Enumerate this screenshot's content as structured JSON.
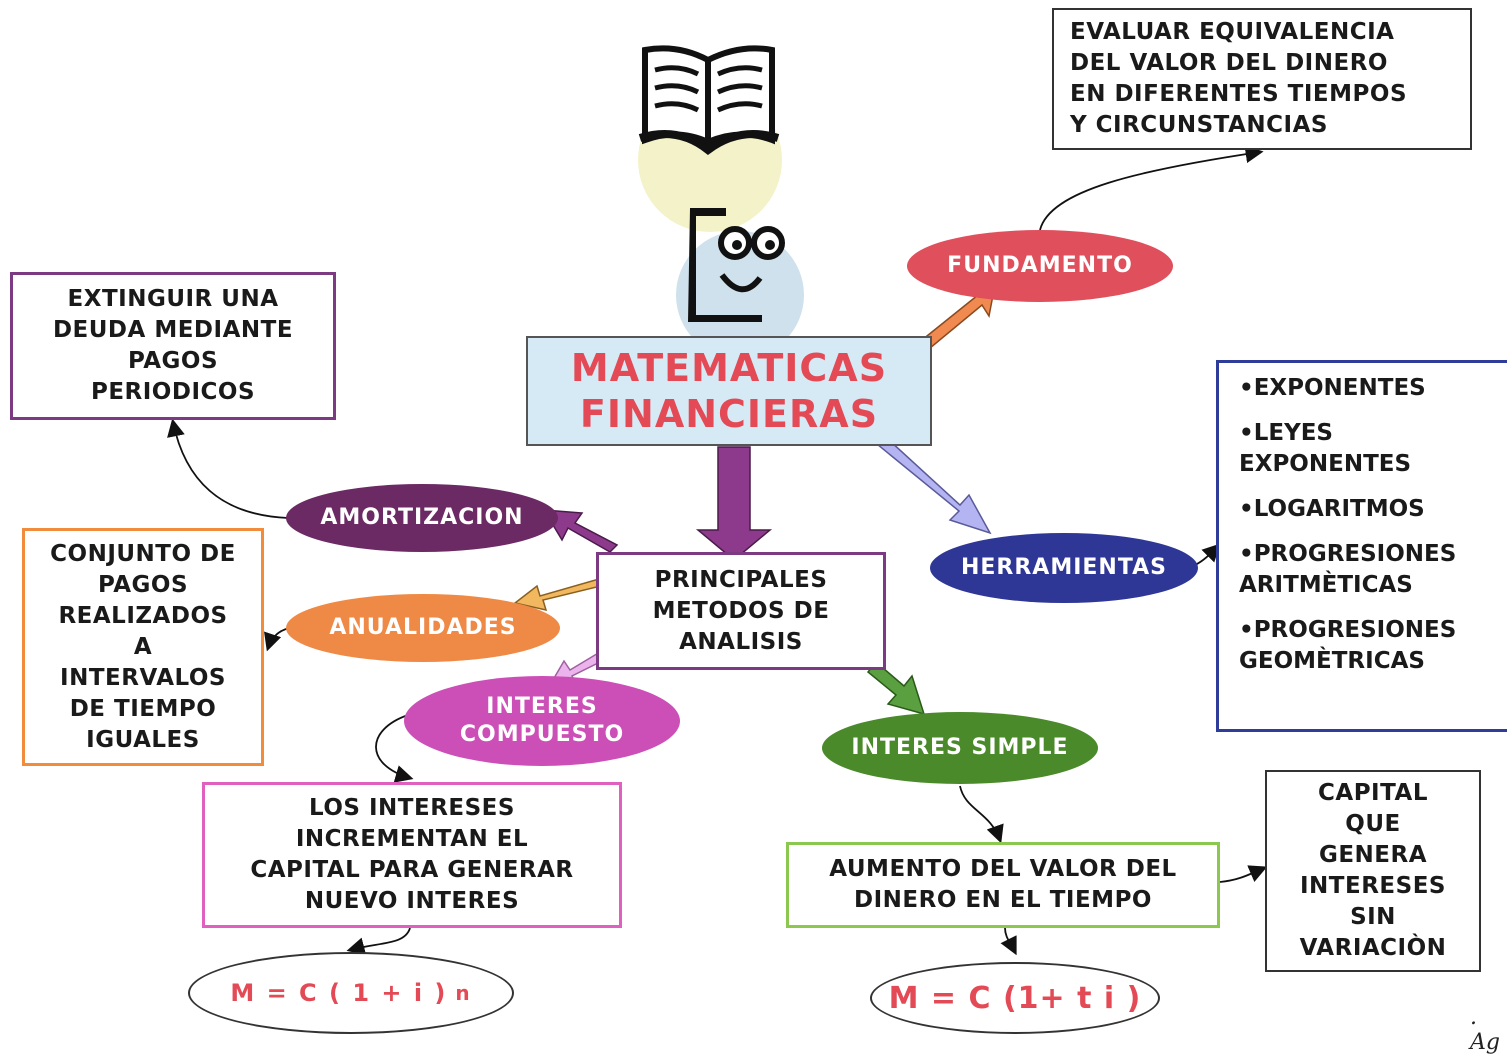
{
  "central": {
    "line1": "MATEMATICAS",
    "line2": "FINANCIERAS"
  },
  "methods": {
    "lines": [
      "PRINCIPALES",
      "METODOS DE",
      "ANALISIS"
    ]
  },
  "branches": {
    "fundamento": {
      "label": "FUNDAMENTO",
      "color": "#e0505c"
    },
    "herramientas": {
      "label": "HERRAMIENTAS",
      "color": "#2e3796"
    },
    "amortizacion": {
      "label": "AMORTIZACION",
      "color": "#6b2a63"
    },
    "anualidades": {
      "label": "ANUALIDADES",
      "color": "#ef8a46"
    },
    "interes_compuesto": {
      "line1": "INTERES",
      "line2": "COMPUESTO",
      "color": "#cc4fb7"
    },
    "interes_simple": {
      "label": "INTERES SIMPLE",
      "color": "#4a8a2a"
    }
  },
  "fundamento_desc": {
    "lines": [
      "EVALUAR EQUIVALENCIA",
      "DEL VALOR DEL DINERO",
      "EN DIFERENTES TIEMPOS",
      "Y CIRCUNSTANCIAS"
    ]
  },
  "amortizacion_desc": {
    "lines": [
      "EXTINGUIR UNA",
      "DEUDA MEDIANTE",
      "PAGOS",
      "PERIODICOS"
    ],
    "border": "#7b3a82"
  },
  "anualidades_desc": {
    "lines": [
      "CONJUNTO DE",
      "PAGOS",
      "REALIZADOS",
      "A",
      "INTERVALOS",
      "DE TIEMPO",
      "IGUALES"
    ],
    "border": "#f08c3c"
  },
  "compuesto_desc": {
    "lines": [
      "LOS INTERESES",
      "INCREMENTAN EL",
      "CAPITAL PARA GENERAR",
      "NUEVO INTERES"
    ],
    "border": "#e060c0"
  },
  "simple_desc": {
    "lines": [
      "AUMENTO DEL VALOR DEL",
      "DINERO EN EL TIEMPO"
    ],
    "border": "#8cc850"
  },
  "capital_desc": {
    "lines": [
      "CAPITAL",
      "QUE",
      "GENERA",
      "INTERESES",
      "SIN",
      "VARIACIÒN"
    ]
  },
  "herramientas_list": [
    {
      "lines": [
        "•EXPONENTES"
      ]
    },
    {
      "lines": [
        "•LEYES",
        "EXPONENTES"
      ]
    },
    {
      "lines": [
        "•LOGARITMOS"
      ]
    },
    {
      "lines": [
        "•PROGRESIONES",
        "ARITMÈTICAS"
      ]
    },
    {
      "lines": [
        "•PROGRESIONES",
        "GEOMÈTRICAS"
      ]
    }
  ],
  "formula_compuesto": {
    "base": "M = C ( 1 + i )",
    "exp": "n"
  },
  "formula_simple": {
    "text": "M = C (1+ t i )"
  },
  "signature": ". Ag"
}
